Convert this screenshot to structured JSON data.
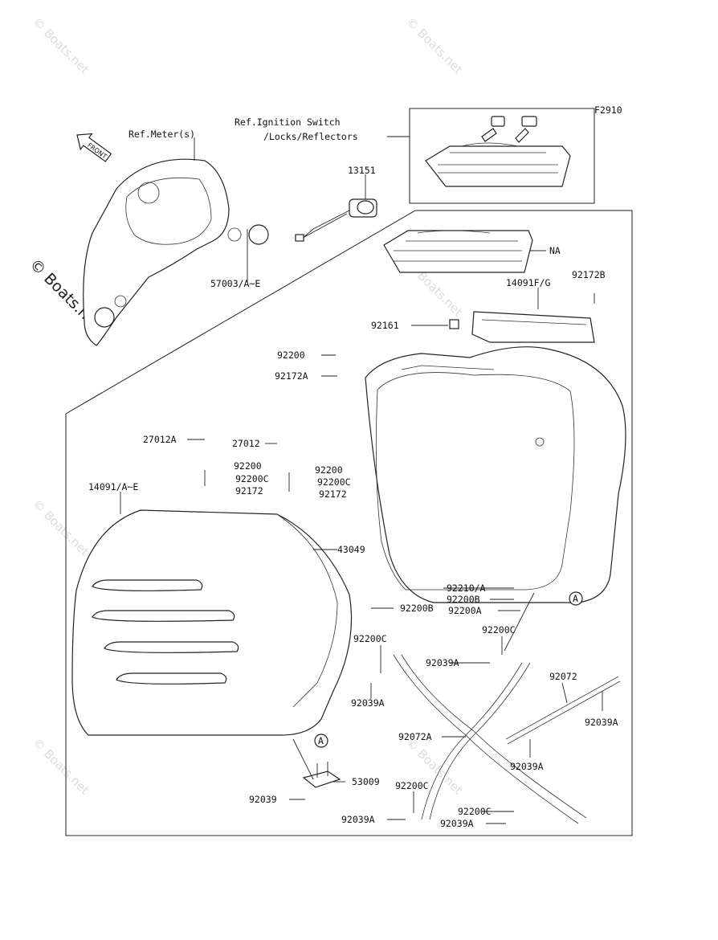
{
  "figure_code": "F2910",
  "watermark_text": "© Boats.net",
  "front_arrow_label": "FRONT",
  "circle_ref_label": "A",
  "labels": {
    "ref_meter": "Ref.Meter(s)",
    "ref_ignition_line1": "Ref.Ignition Switch",
    "ref_ignition_line2": "/Locks/Reflectors",
    "p13151": "13151",
    "p57003": "57003/A~E",
    "pNA": "NA",
    "p92172B": "92172B",
    "p14091FG": "14091F/G",
    "p92161": "92161",
    "p92200_top": "92200",
    "p92172A": "92172A",
    "p27012A": "27012A",
    "p27012": "27012",
    "p92200_l": "92200",
    "p92200C_l": "92200C",
    "p92172_l": "92172",
    "p92200_r": "92200",
    "p92200C_r": "92200C",
    "p92172_r": "92172",
    "p14091AE": "14091/A~E",
    "p43049": "43049",
    "p92210A": "92210/A",
    "p92200B_r": "92200B",
    "p92200A": "92200A",
    "p92200B_c": "92200B",
    "p92200C_a": "92200C",
    "p92200C_b": "92200C",
    "p92039A_a": "92039A",
    "p92039A_b": "92039A",
    "p92072": "92072",
    "p92039A_c": "92039A",
    "p92072A": "92072A",
    "p92039A_d": "92039A",
    "p53009": "53009",
    "p92039": "92039",
    "p92200C_c": "92200C",
    "p92200C_d": "92200C",
    "p92039A_e": "92039A",
    "p92039A_f": "92039A"
  }
}
